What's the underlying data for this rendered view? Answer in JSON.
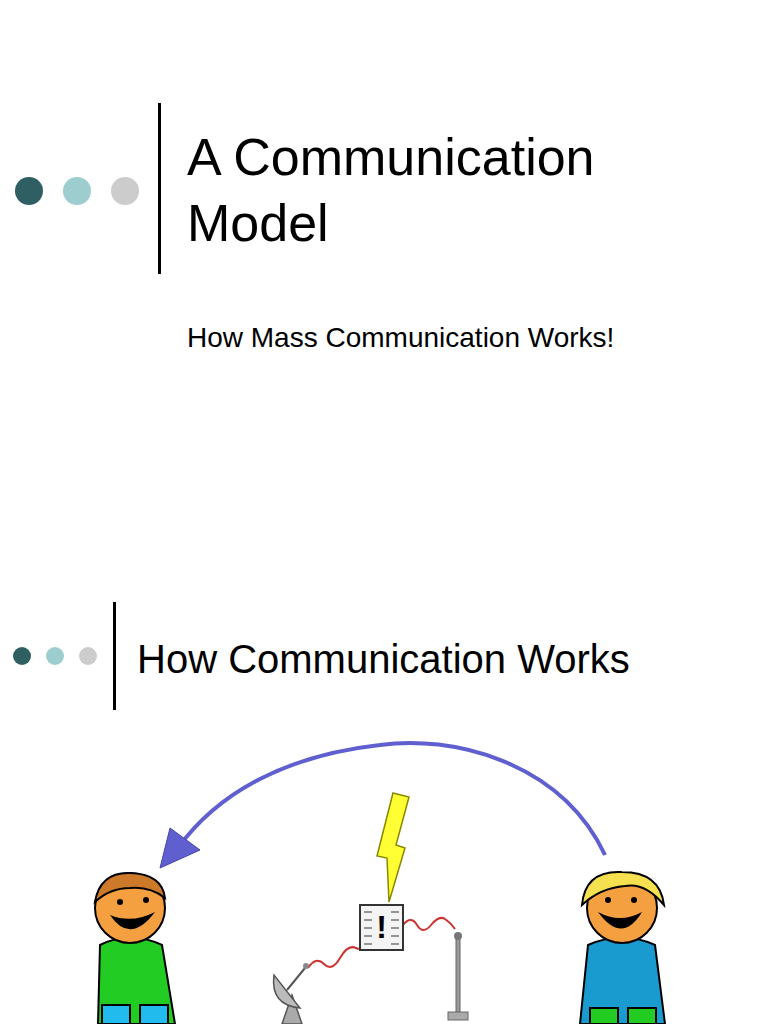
{
  "diagram": {
    "title": "A Communication Model",
    "labels": [
      "How Mass Communication Works!",
      "How Communication Works",
      "!"
    ]
  }
}
